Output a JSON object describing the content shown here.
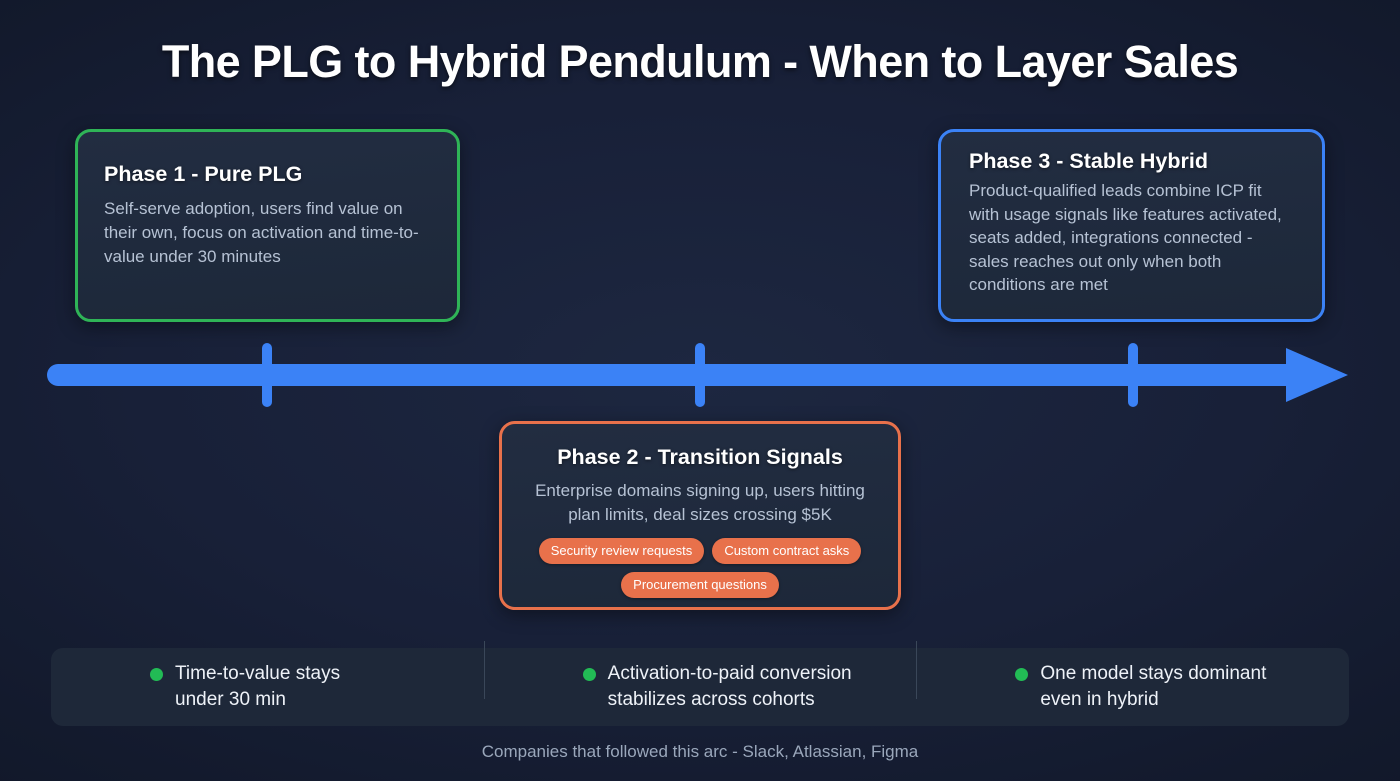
{
  "header": {
    "title": "The PLG to Hybrid Pendulum - When to Layer Sales"
  },
  "colors": {
    "phase1_accent": "#2fb457",
    "phase2_accent": "#e8714b",
    "phase3_accent": "#3b82f6",
    "timeline": "#3b82f6",
    "legend_dot": "#22bb55",
    "page_background": "#121a2e",
    "card_background": "#212c3f"
  },
  "phases": [
    {
      "id": "phase1",
      "title": "Phase 1 - Pure PLG",
      "body": "Self-serve adoption, users find value on their own, focus on activation and time-to-value under 30 minutes",
      "accent": "#2fb457",
      "pills": []
    },
    {
      "id": "phase2",
      "title": "Phase 2 - Transition Signals",
      "body": "Enterprise domains signing up, users hitting plan limits, deal sizes crossing $5K",
      "accent": "#e8714b",
      "pills": [
        "Security review requests",
        "Custom contract asks",
        "Procurement questions"
      ]
    },
    {
      "id": "phase3",
      "title": "Phase 3 - Stable Hybrid",
      "body": "Product-qualified leads combine ICP fit with usage signals like features activated, seats added, integrations connected - sales reaches out only when both conditions are met",
      "accent": "#3b82f6",
      "pills": []
    }
  ],
  "timeline": {
    "icon": "right-arrow-icon",
    "color": "#3b82f6",
    "tick_count": 3
  },
  "legend": {
    "items": [
      {
        "line1": "Time-to-value stays",
        "line2": "under 30 min",
        "dot_color": "#22bb55"
      },
      {
        "line1": "Activation-to-paid conversion",
        "line2": "stabilizes across cohorts",
        "dot_color": "#22bb55"
      },
      {
        "line1": "One model stays dominant",
        "line2": "even in hybrid",
        "dot_color": "#22bb55"
      }
    ]
  },
  "footer": {
    "note": "Companies that followed this arc - Slack, Atlassian, Figma"
  }
}
